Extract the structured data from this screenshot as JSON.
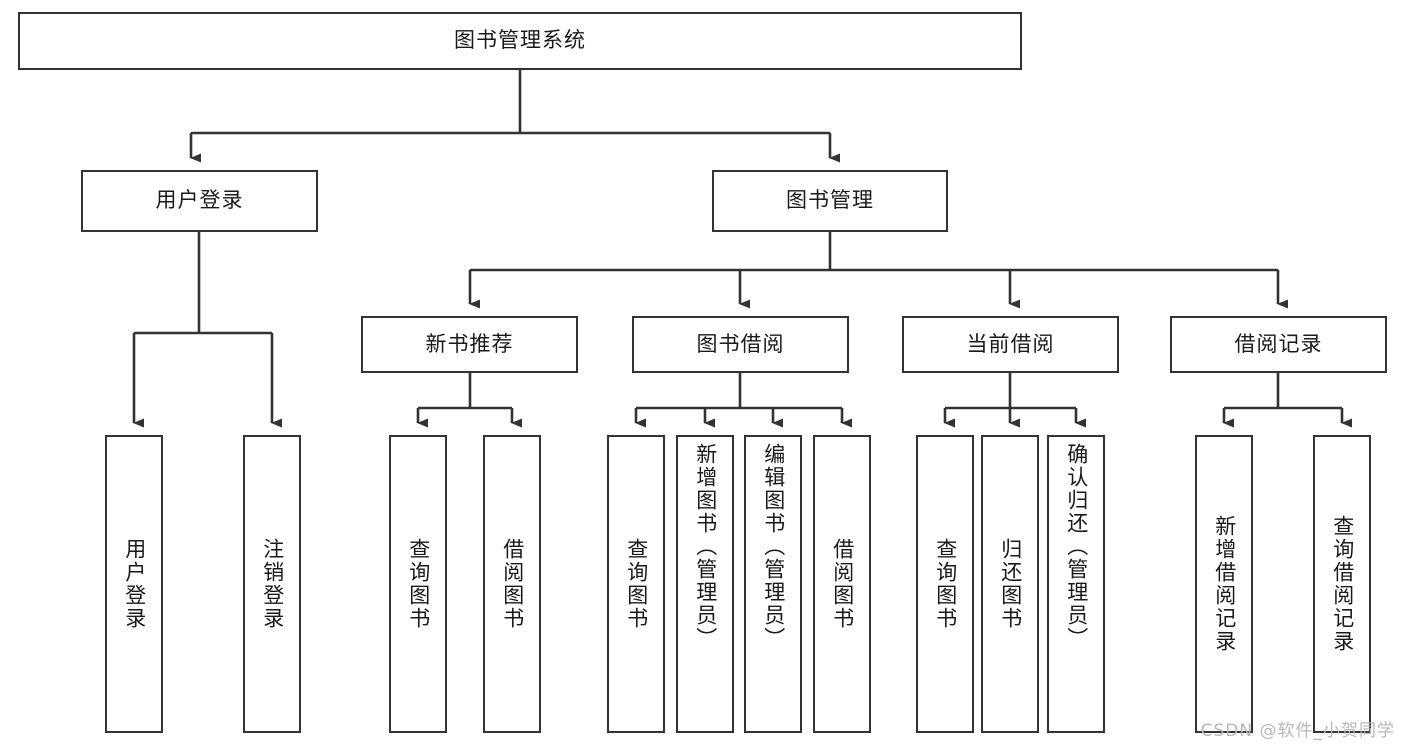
{
  "diagram": {
    "title": "图书管理系统",
    "type": "tree",
    "watermark": "CSDN @软件_小贺同学",
    "colors": {
      "stroke": "#333333",
      "fill": "#ffffff",
      "text": "#1a1a1a",
      "watermark": "#b8b8b8"
    },
    "root": {
      "label": "图书管理系统"
    },
    "level2": [
      {
        "label": "用户登录"
      },
      {
        "label": "图书管理"
      }
    ],
    "level3": [
      {
        "label": "新书推荐"
      },
      {
        "label": "图书借阅"
      },
      {
        "label": "当前借阅"
      },
      {
        "label": "借阅记录"
      }
    ],
    "leaves": {
      "user_login": [
        {
          "label": "用户登录"
        },
        {
          "label": "注销登录"
        }
      ],
      "new_book_recommend": [
        {
          "label": "查询图书"
        },
        {
          "label": "借阅图书"
        }
      ],
      "book_borrow": [
        {
          "label": "查询图书"
        },
        {
          "label": "新增图书（管理员）"
        },
        {
          "label": "编辑图书（管理员）"
        },
        {
          "label": "借阅图书"
        }
      ],
      "current_borrow": [
        {
          "label": "查询图书"
        },
        {
          "label": "归还图书"
        },
        {
          "label": "确认归还（管理员）"
        }
      ],
      "borrow_record": [
        {
          "label": "新增借阅记录"
        },
        {
          "label": "查询借阅记录"
        }
      ]
    }
  }
}
